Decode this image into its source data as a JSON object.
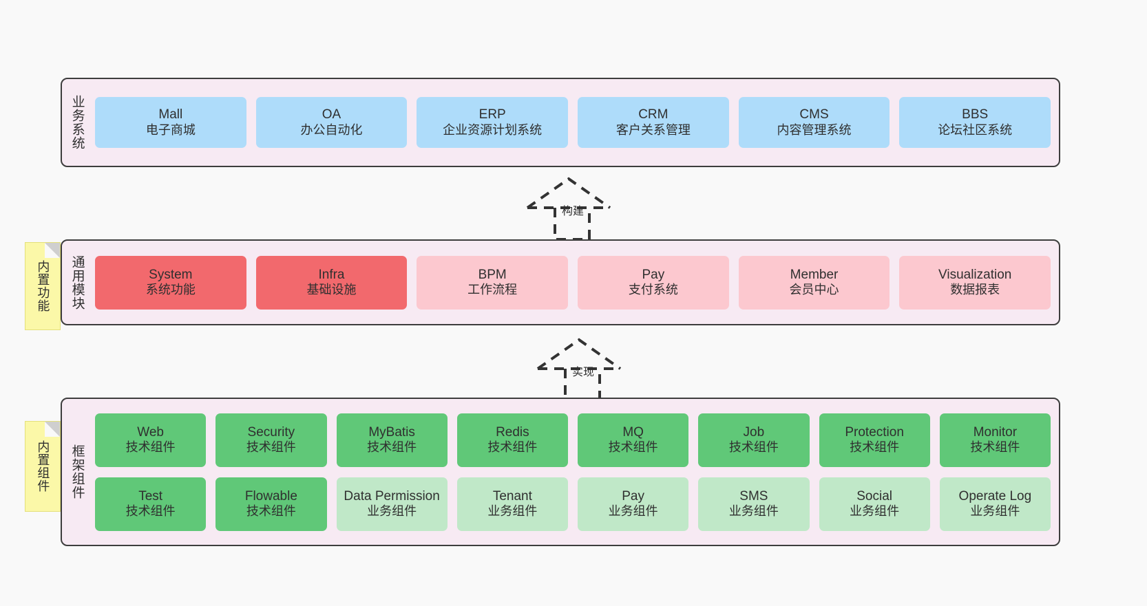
{
  "diagram": {
    "background_color": "#f9f9f9",
    "panel_color": "#f7eaf3",
    "panel_border_color": "#3d3d3d",
    "colors": {
      "business": "#aedcfa",
      "module_active": "#f2696d",
      "module_planned": "#fcc8cf",
      "tech_component": "#60c878",
      "biz_component": "#c0e8c8",
      "note": "#fbf8a8"
    }
  },
  "notes": [
    {
      "id": "builtin-func",
      "text": "内置功能"
    },
    {
      "id": "builtin-comp",
      "text": "内置组件"
    }
  ],
  "connectors": [
    {
      "id": "build",
      "label": "构建"
    },
    {
      "id": "impl",
      "label": "实现"
    }
  ],
  "layers": [
    {
      "id": "business",
      "title": "业务系统",
      "rows": [
        {
          "cards": [
            {
              "name": "Mall",
              "sub": "电子商城",
              "style": "c-blue"
            },
            {
              "name": "OA",
              "sub": "办公自动化",
              "style": "c-blue"
            },
            {
              "name": "ERP",
              "sub": "企业资源计划系统",
              "style": "c-blue"
            },
            {
              "name": "CRM",
              "sub": "客户关系管理",
              "style": "c-blue"
            },
            {
              "name": "CMS",
              "sub": "内容管理系统",
              "style": "c-blue"
            },
            {
              "name": "BBS",
              "sub": "论坛社区系统",
              "style": "c-blue"
            }
          ]
        }
      ]
    },
    {
      "id": "common",
      "title": "通用模块",
      "rows": [
        {
          "cards": [
            {
              "name": "System",
              "sub": "系统功能",
              "style": "c-red"
            },
            {
              "name": "Infra",
              "sub": "基础设施",
              "style": "c-red"
            },
            {
              "name": "BPM",
              "sub": "工作流程",
              "style": "c-pink"
            },
            {
              "name": "Pay",
              "sub": "支付系统",
              "style": "c-pink"
            },
            {
              "name": "Member",
              "sub": "会员中心",
              "style": "c-pink"
            },
            {
              "name": "Visualization",
              "sub": "数据报表",
              "style": "c-pink"
            }
          ]
        }
      ]
    },
    {
      "id": "frame",
      "title": "框架组件",
      "rows": [
        {
          "cards": [
            {
              "name": "Web",
              "sub": "技术组件",
              "style": "c-green"
            },
            {
              "name": "Security",
              "sub": "技术组件",
              "style": "c-green"
            },
            {
              "name": "MyBatis",
              "sub": "技术组件",
              "style": "c-green"
            },
            {
              "name": "Redis",
              "sub": "技术组件",
              "style": "c-green"
            },
            {
              "name": "MQ",
              "sub": "技术组件",
              "style": "c-green"
            },
            {
              "name": "Job",
              "sub": "技术组件",
              "style": "c-green"
            },
            {
              "name": "Protection",
              "sub": "技术组件",
              "style": "c-green"
            },
            {
              "name": "Monitor",
              "sub": "技术组件",
              "style": "c-green"
            }
          ]
        },
        {
          "cards": [
            {
              "name": "Test",
              "sub": "技术组件",
              "style": "c-green"
            },
            {
              "name": "Flowable",
              "sub": "技术组件",
              "style": "c-green"
            },
            {
              "name": "Data Permission",
              "sub": "业务组件",
              "style": "c-lightgreen"
            },
            {
              "name": "Tenant",
              "sub": "业务组件",
              "style": "c-lightgreen"
            },
            {
              "name": "Pay",
              "sub": "业务组件",
              "style": "c-lightgreen"
            },
            {
              "name": "SMS",
              "sub": "业务组件",
              "style": "c-lightgreen"
            },
            {
              "name": "Social",
              "sub": "业务组件",
              "style": "c-lightgreen"
            },
            {
              "name": "Operate Log",
              "sub": "业务组件",
              "style": "c-lightgreen"
            }
          ]
        }
      ]
    }
  ]
}
